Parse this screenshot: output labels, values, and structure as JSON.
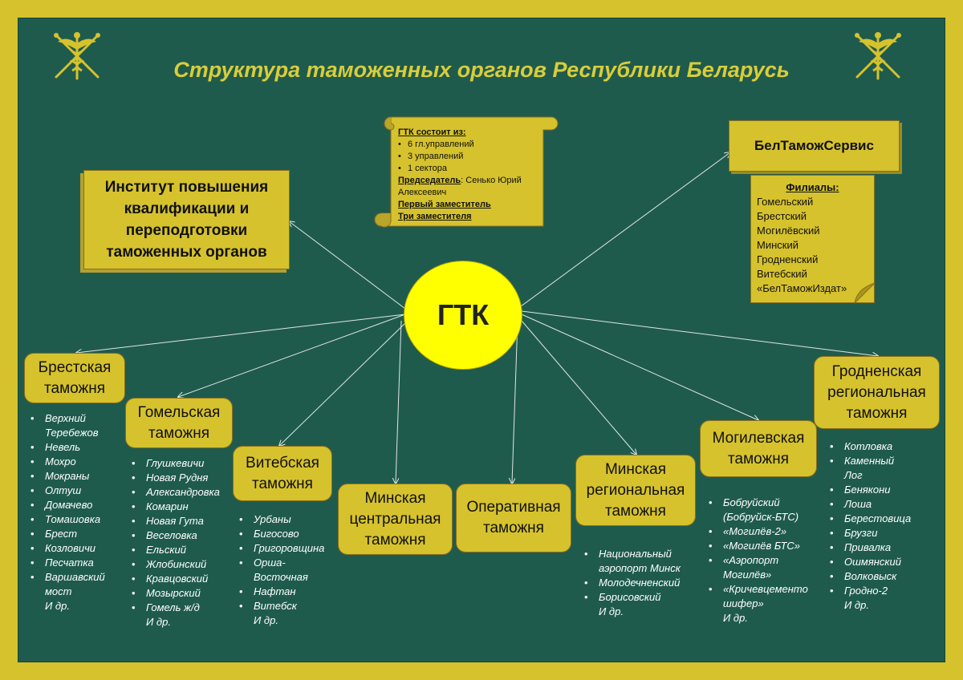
{
  "title": "Структура таможенных органов Республики Беларусь",
  "center": "ГТК",
  "institute": [
    "Институт повышения",
    "квалификации и",
    "переподготовки",
    "таможенных органов"
  ],
  "gtk_info": {
    "heading": "ГТК состоит из:",
    "items": [
      "6 гл.управлений",
      "3 управлений",
      "1 сектора"
    ],
    "chairman_label": "Председатель",
    "chairman_name": ": Сенько Юрий Алексеевич",
    "first_deputy": "Первый заместитель",
    "deputies": "Три заместителя"
  },
  "beltamozh": {
    "name": "БелТаможСервис",
    "branches_heading": "Филиалы:",
    "branches": [
      "Гомельский",
      "Брестский",
      "Могилёвский",
      "Минский",
      "Гродненский",
      "Витебский",
      "«БелТаможИздат»"
    ]
  },
  "customs": [
    {
      "id": "brest",
      "lines": [
        "Брестская",
        "таможня"
      ],
      "posts": [
        "Верхний Теребежов",
        "Невель",
        "Мохро",
        "Мокраны",
        "Олтуш",
        "Домачево",
        "Томашовка",
        "Брест",
        "Козловичи",
        "Песчатка",
        "Варшавский мост"
      ],
      "tail": "И др."
    },
    {
      "id": "gomel",
      "lines": [
        "Гомельская",
        "таможня"
      ],
      "posts": [
        "Глушкевичи",
        "Новая Рудня",
        "Александровка",
        "Комарин",
        "Новая Гута",
        "Веселовка",
        "Ельский",
        "Жлобинский",
        "Кравцовский",
        "Мозырский",
        "Гомель ж/д"
      ],
      "tail": "И др."
    },
    {
      "id": "vitebsk",
      "lines": [
        "Витебская",
        "таможня"
      ],
      "posts": [
        "Урбаны",
        "Бигосово",
        "Григоровщина",
        "Орша-Восточная",
        "Нафтан",
        "Витебск"
      ],
      "tail": "И др."
    },
    {
      "id": "minsk-central",
      "lines": [
        "Минская",
        "центральная",
        "таможня"
      ],
      "posts": [],
      "tail": ""
    },
    {
      "id": "operative",
      "lines": [
        "Оперативная",
        "таможня"
      ],
      "posts": [],
      "tail": ""
    },
    {
      "id": "minsk-regional",
      "lines": [
        "Минская",
        "региональная",
        "таможня"
      ],
      "posts": [
        "Национальный аэропорт Минск",
        "Молодечненский",
        "Борисовский"
      ],
      "tail": "И др."
    },
    {
      "id": "mogilev",
      "lines": [
        "Могилевская",
        "таможня"
      ],
      "posts": [
        "Бобруйский (Бобруйск-БТС)",
        "«Могилёв-2»",
        "«Могилёв БТС»",
        "«Аэропорт Могилёв»",
        "«Кричевцементо шифер»"
      ],
      "tail": "И др."
    },
    {
      "id": "grodno",
      "lines": [
        "Гродненская",
        "региональная",
        "таможня"
      ],
      "posts": [
        "Котловка",
        "Каменный Лог",
        "Бенякони",
        "Лоша",
        "Берестовица",
        "Брузги",
        "Привалка",
        "Ошмянский",
        "Волковыск",
        "Гродно-2"
      ],
      "tail": "И др."
    }
  ],
  "colors": {
    "board": "#1f5b4d",
    "frame": "#d6c22c",
    "node": "#d6c22c",
    "center": "#ffff00",
    "title": "#d9cd3a"
  }
}
